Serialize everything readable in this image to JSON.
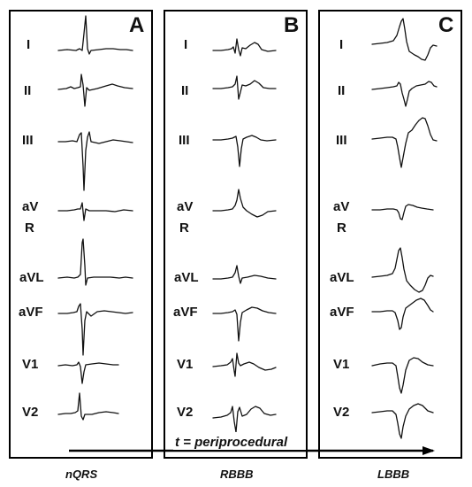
{
  "panels": [
    {
      "letter": "A",
      "caption": "nQRS",
      "leads": [
        {
          "name": "I",
          "morphology": "upright-narrow"
        },
        {
          "name": "II",
          "morphology": "rs-narrow"
        },
        {
          "name": "III",
          "morphology": "deep-qs"
        },
        {
          "name_line1": "aV",
          "name_line2": "R",
          "morphology": "small-biphasic"
        },
        {
          "name": "aVL",
          "morphology": "tall-r"
        },
        {
          "name": "aVF",
          "morphology": "deep-s"
        },
        {
          "name": "V1",
          "morphology": "rs-small"
        },
        {
          "name": "V2",
          "morphology": "rs-medium"
        }
      ]
    },
    {
      "letter": "B",
      "caption": "RBBB",
      "leads": [
        {
          "name": "I",
          "morphology": "rsr-wide"
        },
        {
          "name": "II",
          "morphology": "rsr-medium"
        },
        {
          "name": "III",
          "morphology": "s-with-t"
        },
        {
          "name_line1": "aV",
          "name_line2": "R",
          "morphology": "r-wide-negative-t"
        },
        {
          "name": "aVL",
          "morphology": "small-rs"
        },
        {
          "name": "aVF",
          "morphology": "deep-s"
        },
        {
          "name": "V1",
          "morphology": "rsr-prime"
        },
        {
          "name": "V2",
          "morphology": "rs-prime-t"
        }
      ]
    },
    {
      "letter": "C",
      "caption": "LBBB",
      "leads": [
        {
          "name": "I",
          "morphology": "broad-r-inverted-t"
        },
        {
          "name": "II",
          "morphology": "notched-r"
        },
        {
          "name": "III",
          "morphology": "deep-s-tall-t"
        },
        {
          "name_line1": "aV",
          "name_line2": "R",
          "morphology": "small-qs"
        },
        {
          "name": "aVL",
          "morphology": "broad-r-deep-t"
        },
        {
          "name": "aVF",
          "morphology": "s-tall-t"
        },
        {
          "name": "V1",
          "morphology": "deep-qs-t"
        },
        {
          "name": "V2",
          "morphology": "deep-qs-tall-t"
        }
      ]
    }
  ],
  "time_axis": {
    "label": "t = periprocedural",
    "direction": "left-to-right"
  }
}
